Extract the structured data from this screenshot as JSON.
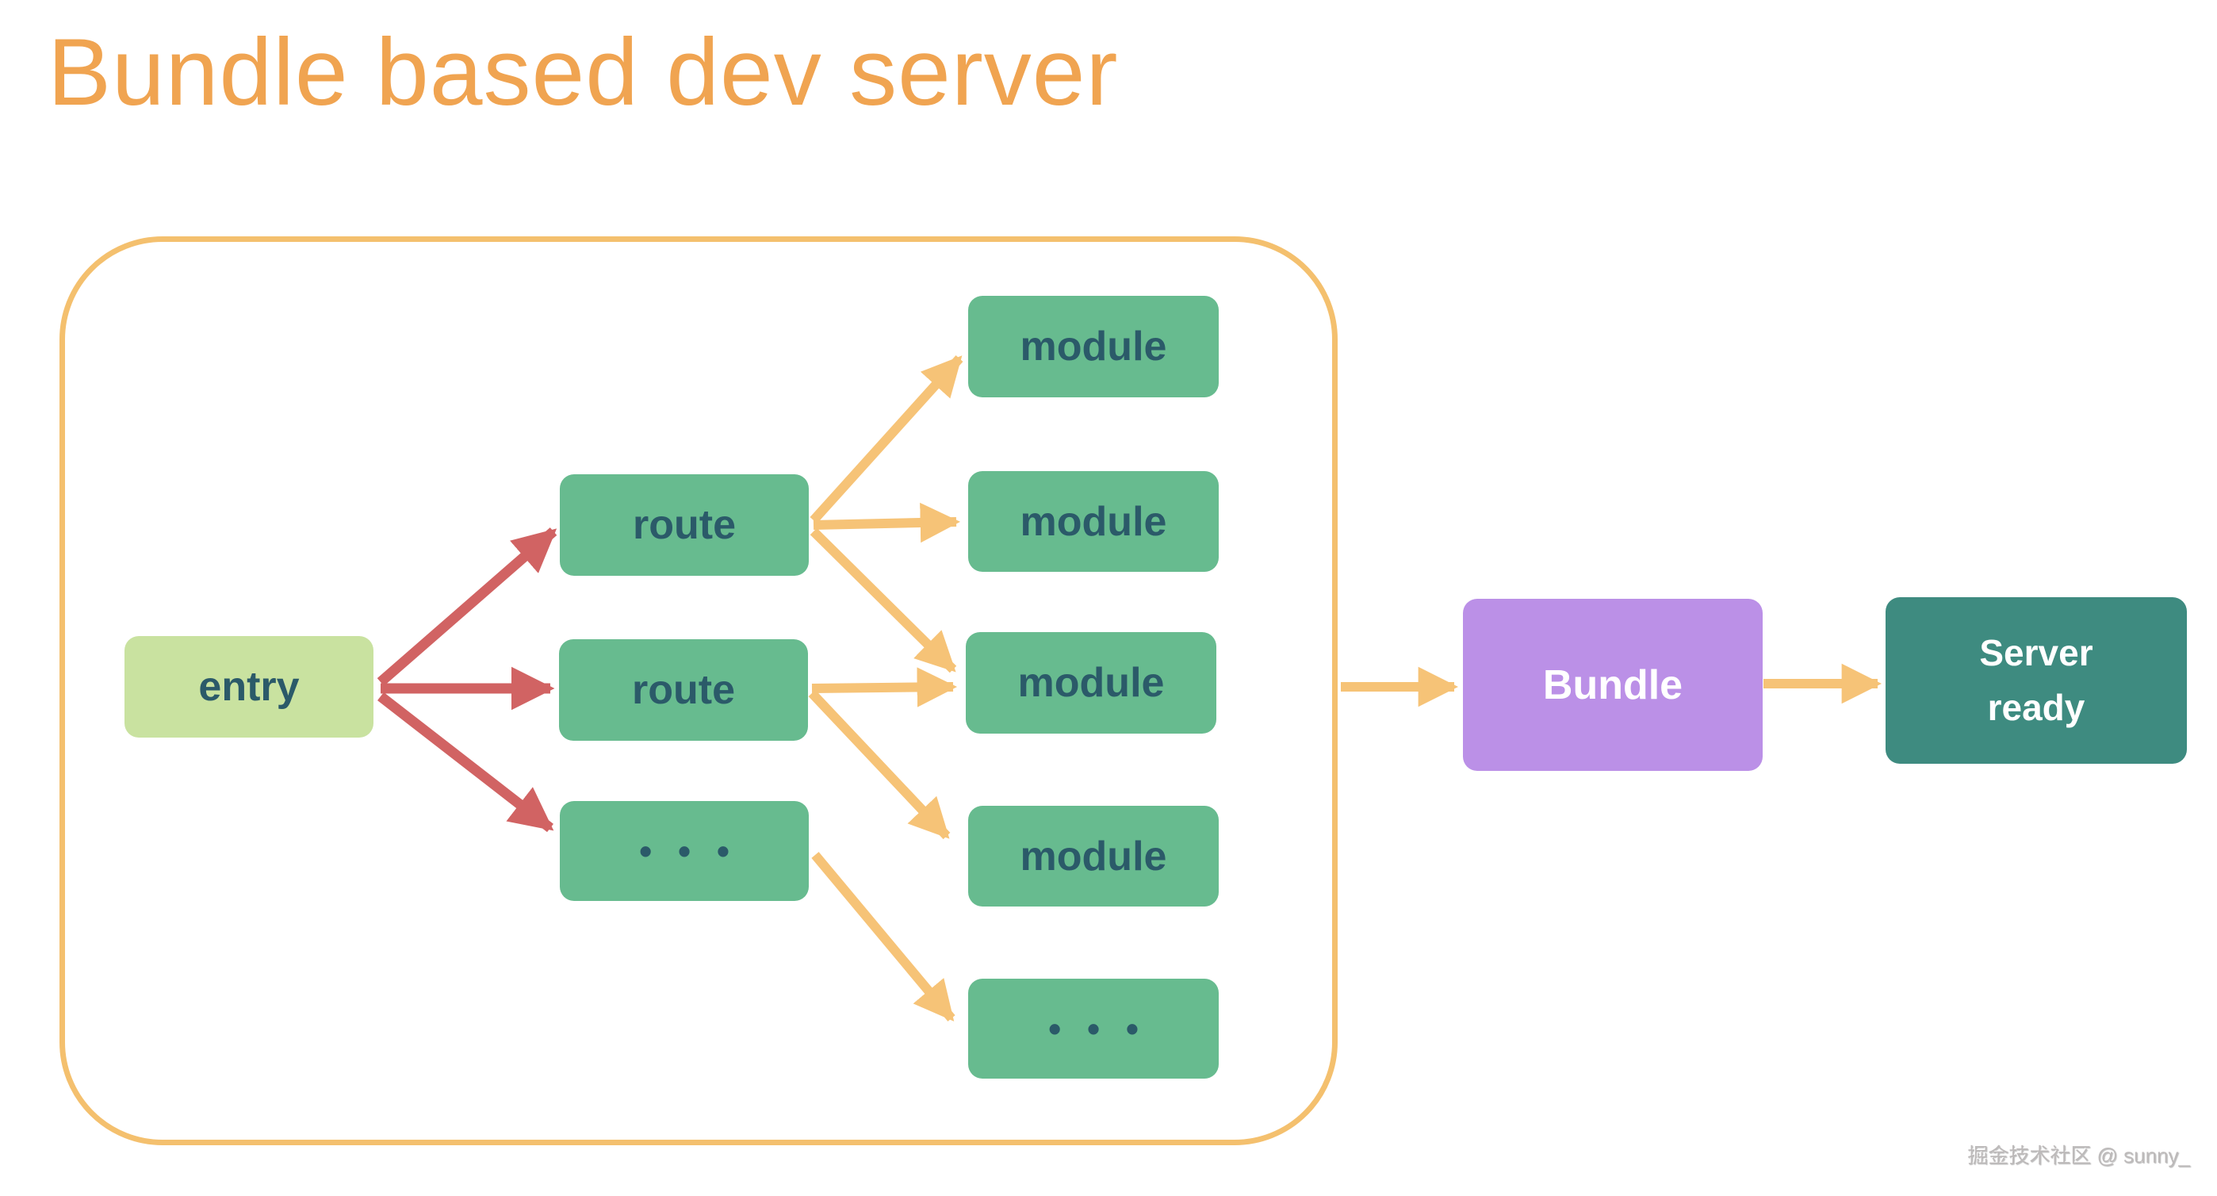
{
  "title": "Bundle based dev server",
  "watermark": "掘金技术社区 @ sunny_",
  "colors": {
    "title": "#f0a451",
    "container_border": "#f4c06e",
    "entry_bg": "#c9e2a0",
    "node_bg": "#67bb8f",
    "node_text": "#2b5a69",
    "red_arrow": "#d16363",
    "yellow_arrow": "#f6c377",
    "bundle_bg": "#bb90e7",
    "server_bg": "#3e8b80",
    "light_text": "#ffffff",
    "watermark_text": "#bdbaba"
  },
  "diagram": {
    "entry": {
      "label": "entry"
    },
    "routes": [
      {
        "label": "route"
      },
      {
        "label": "route"
      },
      {
        "label": "• • •"
      }
    ],
    "modules": [
      {
        "label": "module"
      },
      {
        "label": "module"
      },
      {
        "label": "module"
      },
      {
        "label": "module"
      },
      {
        "label": "• • •"
      }
    ],
    "bundle": {
      "label": "Bundle"
    },
    "server": {
      "label": "Server\nready"
    },
    "edges": [
      {
        "from": "entry",
        "to": "route-1",
        "color": "red"
      },
      {
        "from": "entry",
        "to": "route-2",
        "color": "red"
      },
      {
        "from": "entry",
        "to": "routes-ellipsis",
        "color": "red"
      },
      {
        "from": "route-1",
        "to": "module-1",
        "color": "yellow"
      },
      {
        "from": "route-1",
        "to": "module-2",
        "color": "yellow"
      },
      {
        "from": "route-1",
        "to": "module-3",
        "color": "yellow"
      },
      {
        "from": "route-2",
        "to": "module-3",
        "color": "yellow"
      },
      {
        "from": "route-2",
        "to": "module-4",
        "color": "yellow"
      },
      {
        "from": "routes-ellipsis",
        "to": "modules-ellipsis",
        "color": "yellow"
      },
      {
        "from": "container",
        "to": "bundle",
        "color": "yellow"
      },
      {
        "from": "bundle",
        "to": "server-ready",
        "color": "yellow"
      }
    ]
  }
}
